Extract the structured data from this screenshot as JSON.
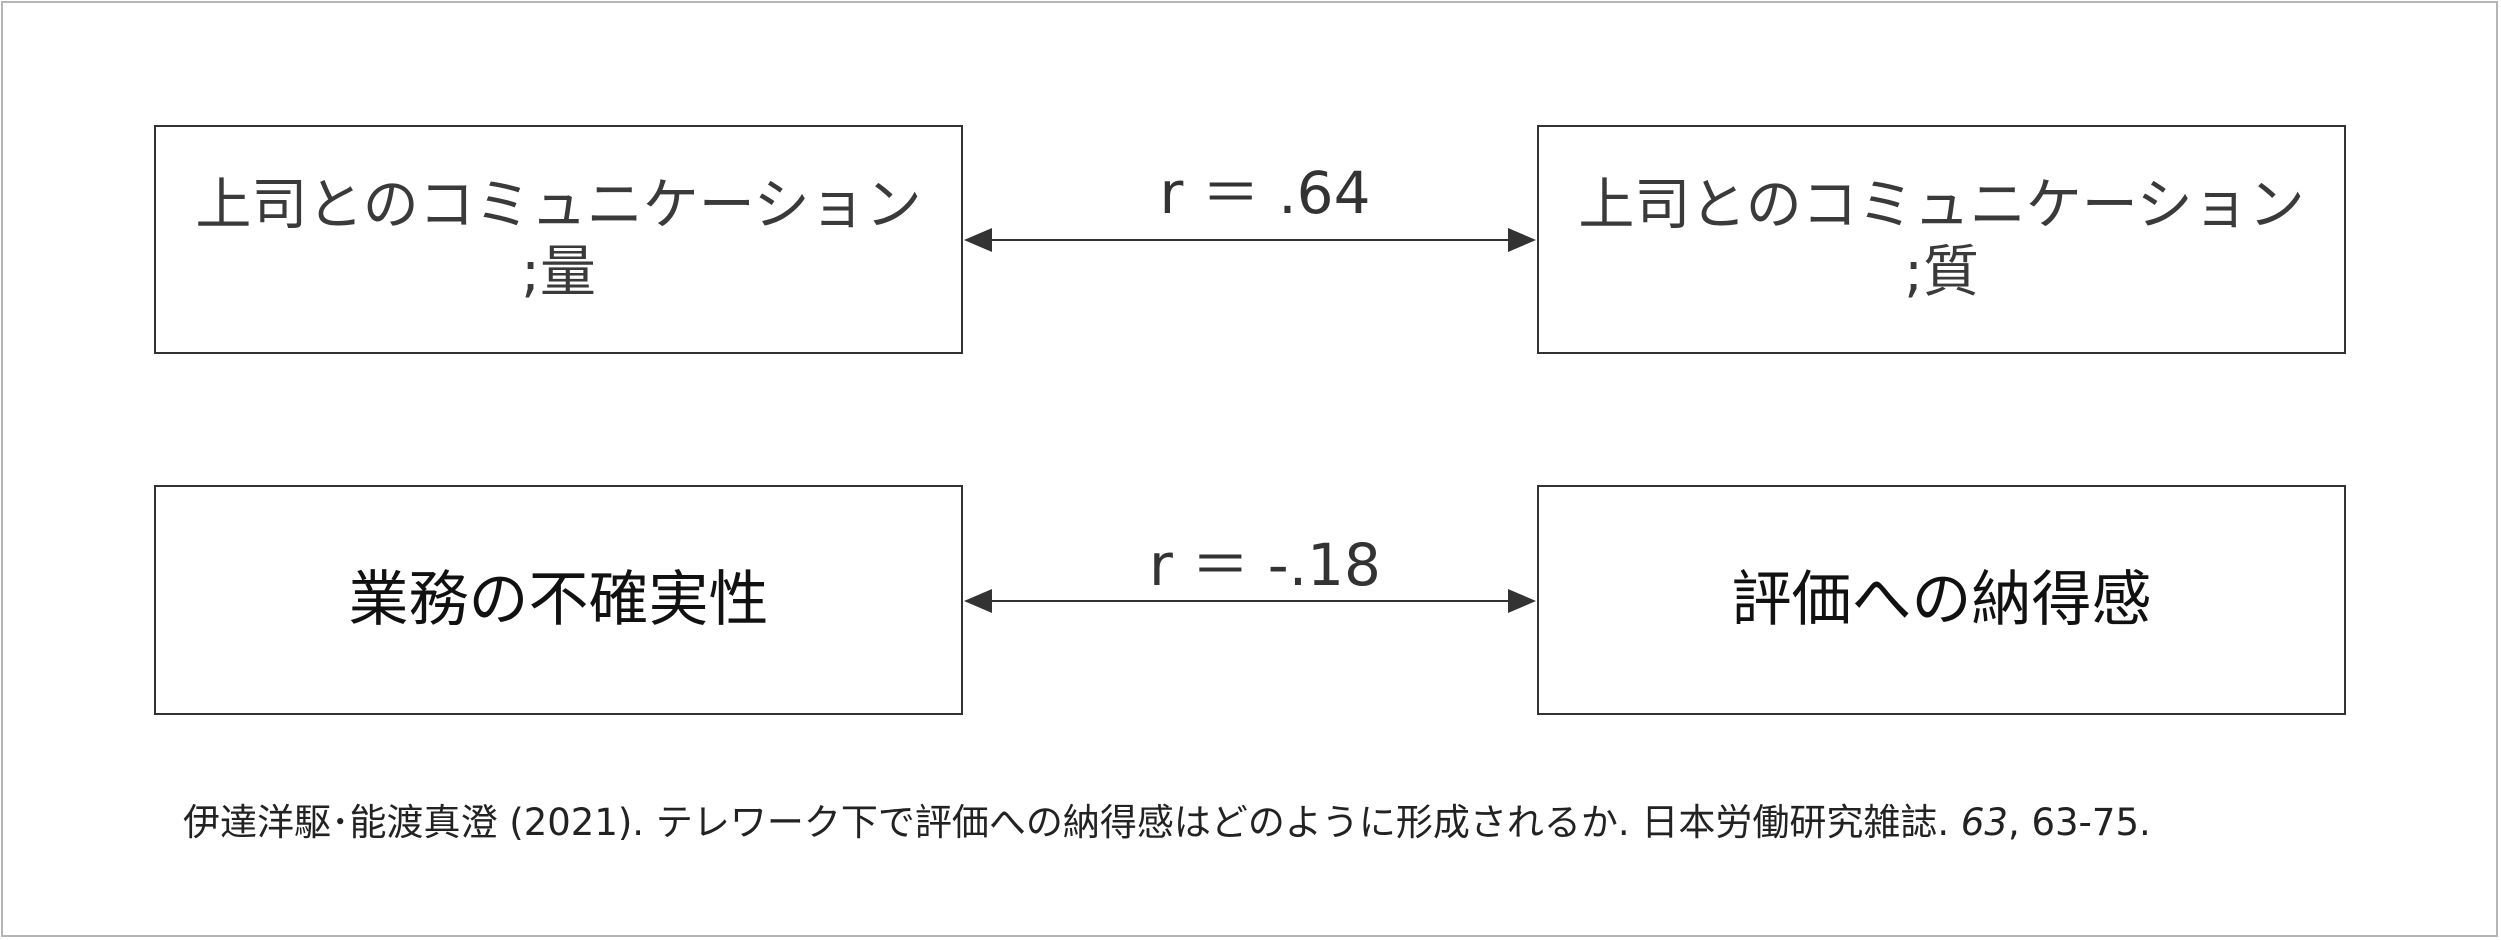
{
  "diagram": {
    "nodes": {
      "top_left": {
        "line1": "上司とのコミュニケーション",
        "line2": ";量"
      },
      "top_right": {
        "line1": "上司とのコミュニケーション",
        "line2": ";質"
      },
      "bottom_left": {
        "line1": "業務の不確実性"
      },
      "bottom_right": {
        "line1": "評価への納得感"
      }
    },
    "correlations": {
      "top": "r ＝ .64",
      "bottom": "r ＝ -.18"
    },
    "colors": {
      "border": "#333333",
      "frame": "#b5b5b5",
      "text": "#222222"
    }
  },
  "citation": {
    "main": "伊達洋駆･能渡真澄 (2021). テレワーク下で評価への納得感はどのように形成されるか. 日本労働研究雑誌. ",
    "volume": "63",
    "pages": ", 63-75."
  }
}
